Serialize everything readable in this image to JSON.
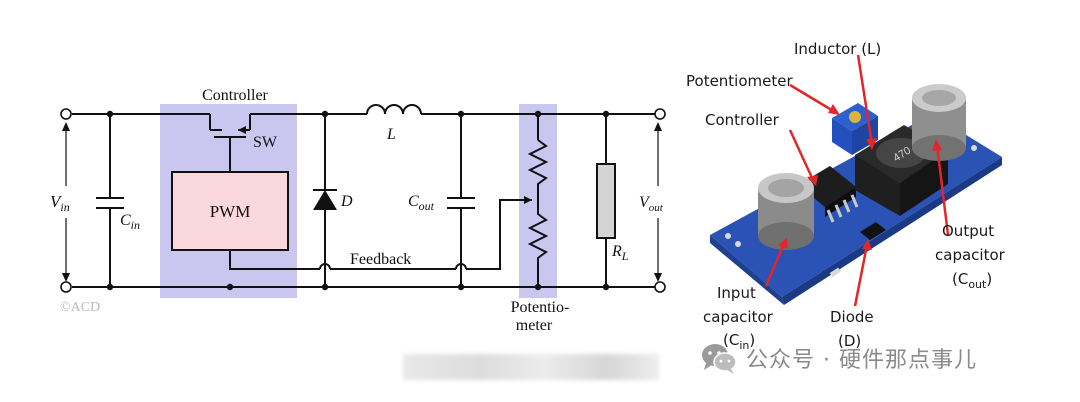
{
  "schematic": {
    "controller": "Controller",
    "sw": "SW",
    "pwm": "PWM",
    "vin_main": "V",
    "vin_sub": "in",
    "cin_main": "C",
    "cin_sub": "in",
    "d": "D",
    "l": "L",
    "cout_main": "C",
    "cout_sub": "out",
    "vout_main": "V",
    "vout_sub": "out",
    "rl_main": "R",
    "rl_sub": "L",
    "feedback": "Feedback",
    "potentiometer_line1": "Potentio-",
    "potentiometer_line2": "meter",
    "copyright": "©ACD"
  },
  "photo": {
    "inductor": "Inductor (L)",
    "potentiometer": "Potentiometer",
    "controller": "Controller",
    "output_cap_line1": "Output",
    "output_cap_line2": "capacitor",
    "output_cap_line3_main": "(C",
    "output_cap_line3_sub": "out",
    "output_cap_line3_end": ")",
    "input_cap_line1": "Input",
    "input_cap_line2": "capacitor",
    "input_cap_line3_main": "(C",
    "input_cap_line3_sub": "in",
    "input_cap_line3_end": ")",
    "diode_line1": "Diode",
    "diode_line2": "(D)",
    "inductor_marking": "470"
  },
  "watermark": {
    "text": "公众号 · 硬件那点事儿",
    "icon": "wechat-icon"
  },
  "colors": {
    "highlight": "#c9c6f0",
    "pwm_fill": "#fbd8dc",
    "resistor_fill": "#d4d4d4",
    "arrow": "#e2272b",
    "pcb": "#2b52b5"
  }
}
